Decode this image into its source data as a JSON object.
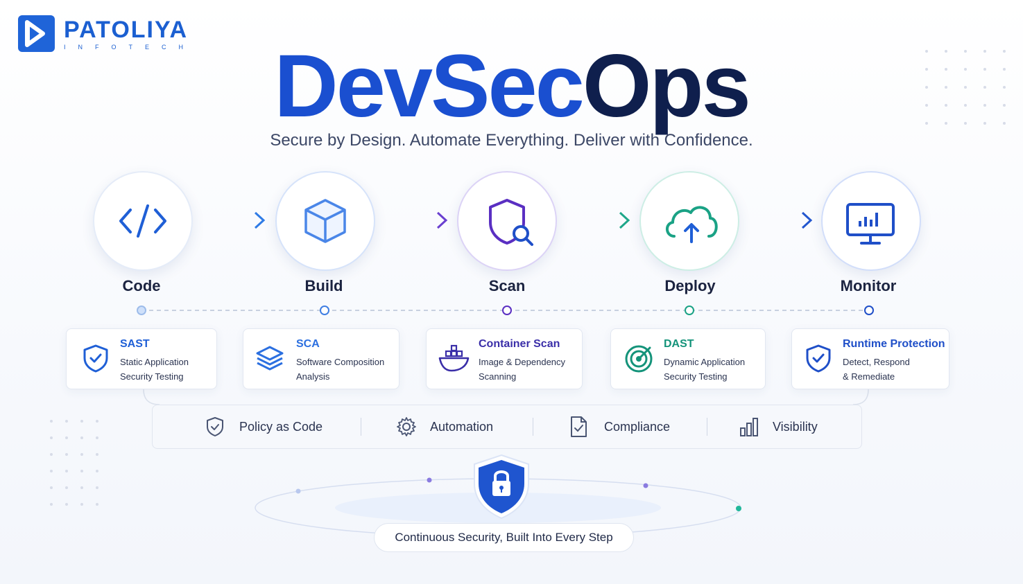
{
  "brand": {
    "name": "PATOLIYA",
    "sub": "INFOTECH"
  },
  "title": {
    "part1": "DevSec",
    "part2": "Ops"
  },
  "tagline": "Secure by Design. Automate Everything. Deliver with Confidence.",
  "stages": [
    {
      "label": "Code",
      "icon": "code-brackets-icon",
      "color": "#1f5fd6"
    },
    {
      "label": "Build",
      "icon": "cube-icon",
      "color": "#4a86e8"
    },
    {
      "label": "Scan",
      "icon": "shield-search-icon",
      "color": "#5a2fc2"
    },
    {
      "label": "Deploy",
      "icon": "cloud-upload-icon",
      "color": "#1aa285"
    },
    {
      "label": "Monitor",
      "icon": "monitor-chart-icon",
      "color": "#1f4fc8"
    }
  ],
  "cards": [
    {
      "title": "SAST",
      "line1": "Static Application",
      "line2": "Security Testing",
      "icon": "shield-check-icon",
      "color": "#1f5fd6"
    },
    {
      "title": "SCA",
      "line1": "Software Composition",
      "line2": "Analysis",
      "icon": "layers-icon",
      "color": "#2b6fe0"
    },
    {
      "title": "Container Scan",
      "line1": "Image & Dependency",
      "line2": "Scanning",
      "icon": "container-ship-icon",
      "color": "#3a2ea8"
    },
    {
      "title": "DAST",
      "line1": "Dynamic Application",
      "line2": "Security Testing",
      "icon": "target-icon",
      "color": "#14937a"
    },
    {
      "title": "Runtime Protection",
      "line1": "Detect, Respond",
      "line2": "& Remediate",
      "icon": "shield-check-icon",
      "color": "#1f4fc8"
    }
  ],
  "bar": [
    {
      "label": "Policy as Code",
      "icon": "shield-check-icon"
    },
    {
      "label": "Automation",
      "icon": "gear-icon"
    },
    {
      "label": "Compliance",
      "icon": "document-check-icon"
    },
    {
      "label": "Visibility",
      "icon": "bar-chart-icon"
    }
  ],
  "bottom": {
    "label": "Continuous Security, Built Into Every Step",
    "icon": "padlock-shield-icon"
  }
}
